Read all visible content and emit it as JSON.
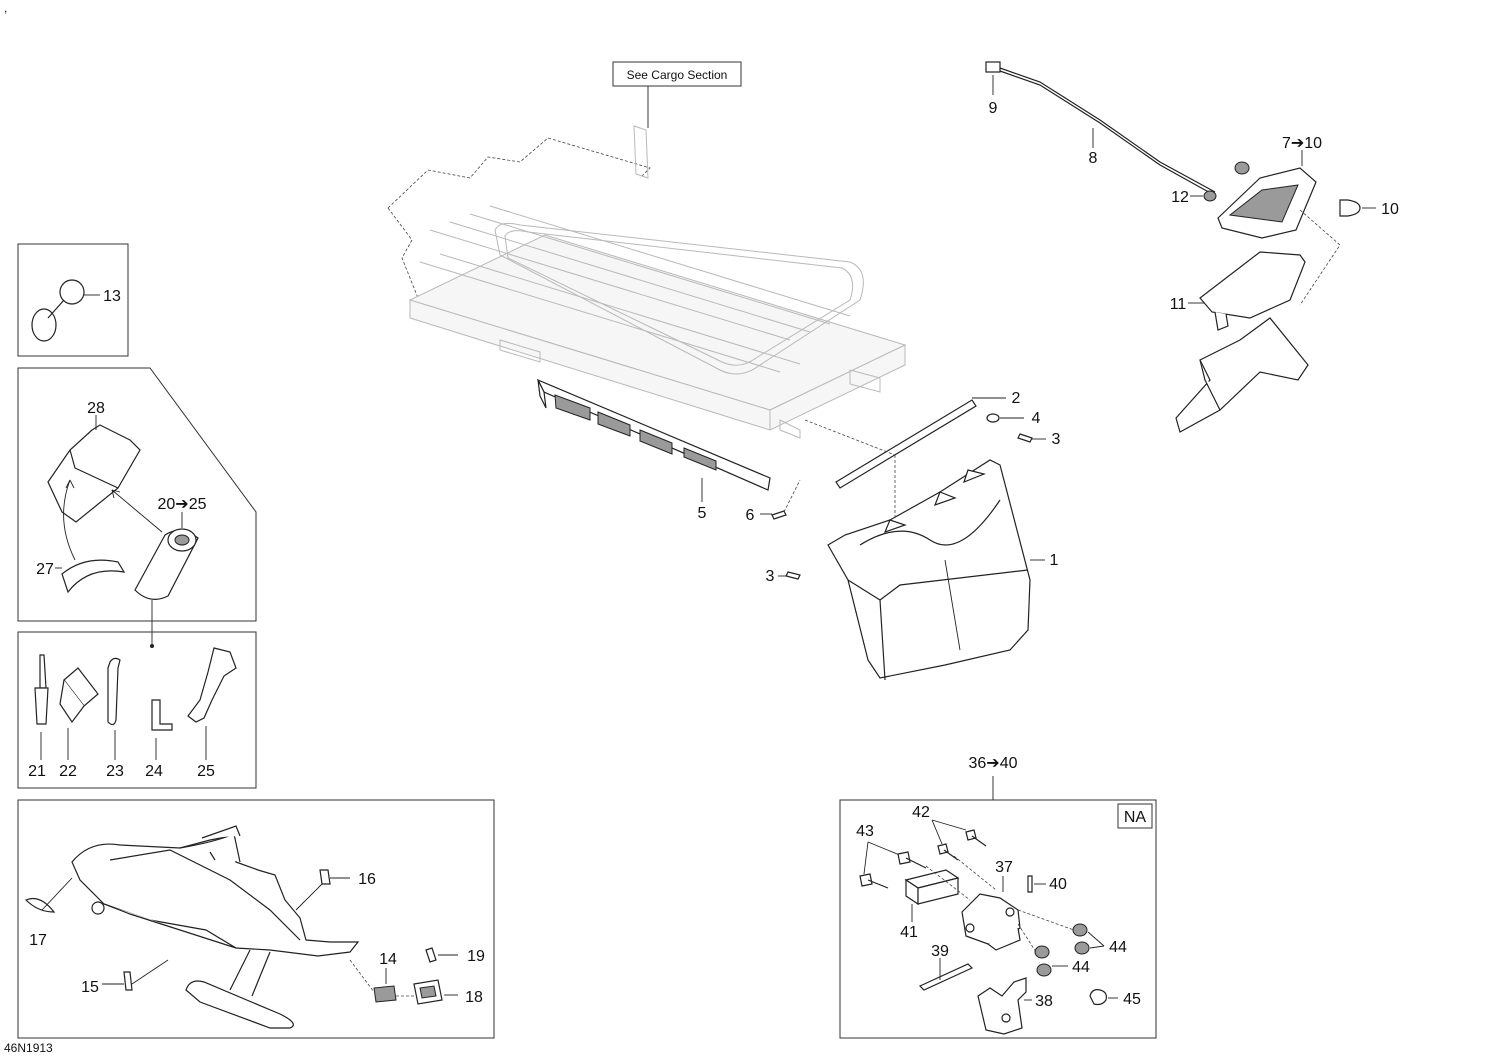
{
  "diagram": {
    "corner_mark": ",",
    "reference": "46N1913",
    "see_cargo_label": "See Cargo Section",
    "na_label": "NA",
    "callouts": {
      "c1": "1",
      "c2": "2",
      "c3a": "3",
      "c3b": "3",
      "c4": "4",
      "c5": "5",
      "c6": "6",
      "c7_10": "7➔10",
      "c8": "8",
      "c9": "9",
      "c10": "10",
      "c11": "11",
      "c12": "12",
      "c13": "13",
      "c14": "14",
      "c15": "15",
      "c16": "16",
      "c17": "17",
      "c18": "18",
      "c19": "19",
      "c20_25": "20➔25",
      "c21": "21",
      "c22": "22",
      "c23": "23",
      "c24": "24",
      "c25": "25",
      "c27": "27",
      "c28": "28",
      "c36_40": "36➔40",
      "c37": "37",
      "c38": "38",
      "c39": "39",
      "c40": "40",
      "c41": "41",
      "c42": "42",
      "c43": "43",
      "c44a": "44",
      "c44b": "44",
      "c45": "45"
    }
  }
}
